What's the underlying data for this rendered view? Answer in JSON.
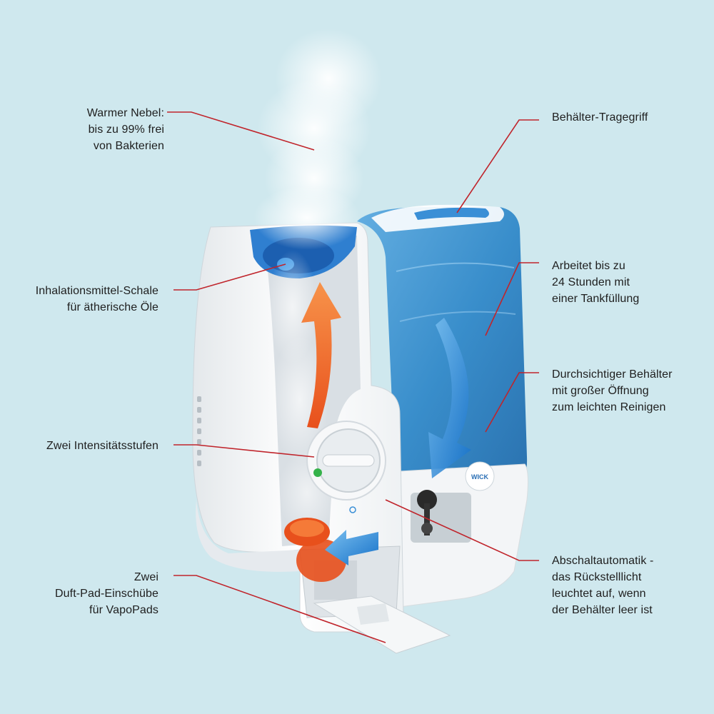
{
  "colors": {
    "background": "#cfe8ee",
    "leader_line": "#c0242b",
    "tank_blue": "#2c86c8",
    "arrow_orange": "#f0662a",
    "arrow_blue": "#1e7fd0",
    "body_white": "#f7f8f9",
    "indicator_green": "#35b24a",
    "label_text": "#1e1e1e"
  },
  "brand": {
    "logo_text": "WICK"
  },
  "labels": {
    "warm_mist": "Warmer Nebel:\nbis zu 99% frei\nvon Bakterien",
    "inhalant_bowl": "Inhalationsmittel-Schale\nfür ätherische Öle",
    "intensity_levels": "Zwei Intensitätsstufen",
    "pad_slots": "Zwei\nDuft-Pad-Einschübe\nfür VapoPads",
    "carry_handle": "Behälter-Tragegriff",
    "runtime": "Arbeitet bis zu\n24 Stunden mit\neiner Tankfüllung",
    "clear_tank": "Durchsichtiger Behälter\nmit großer Öffnung\nzum leichten Reinigen",
    "auto_shutoff": "Abschaltautomatik -\ndas Rückstelllicht\nleuchtet auf, wenn\nder Behälter leer ist"
  }
}
